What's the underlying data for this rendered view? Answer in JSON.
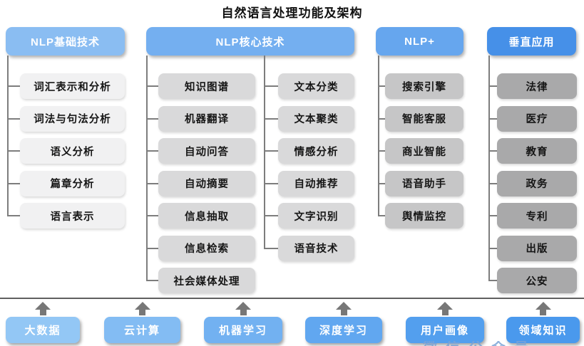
{
  "title": "自然语言处理功能及架构",
  "colors": {
    "header_blues": [
      "#8abdf2",
      "#74aff0",
      "#66a6ee",
      "#4690e8"
    ],
    "item_grays": [
      "#f1f1f2",
      "#d9d9da",
      "#c6c6c7",
      "#a9a9aa"
    ],
    "bottom_blues": [
      "#93c7f5",
      "#83bcf3",
      "#72b1f1",
      "#61a7f0",
      "#539fee",
      "#4a99ed"
    ],
    "connector_gray": "#7d7d7d",
    "separator_gray": "#5f5f5f"
  },
  "columns": [
    {
      "name": "nlp-basic",
      "header": "NLP基础技术",
      "header_color": "#8abdf2",
      "item_color": "#f1f1f2",
      "groups": [
        {
          "items": [
            "词汇表示和分析",
            "词法与句法分析",
            "语义分析",
            "篇章分析",
            "语言表示"
          ]
        }
      ]
    },
    {
      "name": "nlp-core",
      "header": "NLP核心技术",
      "header_color": "#74aff0",
      "item_color": "#d9d9da",
      "groups": [
        {
          "items": [
            "知识图谱",
            "机器翻译",
            "自动问答",
            "自动摘要",
            "信息抽取",
            "信息检索",
            "社会媒体处理"
          ]
        },
        {
          "items": [
            "文本分类",
            "文本聚类",
            "情感分析",
            "自动推荐",
            "文字识别",
            "语音技术"
          ]
        }
      ]
    },
    {
      "name": "nlp-plus",
      "header": "NLP+",
      "header_color": "#66a6ee",
      "item_color": "#c6c6c7",
      "groups": [
        {
          "items": [
            "搜索引擎",
            "智能客服",
            "商业智能",
            "语音助手",
            "舆情监控"
          ]
        }
      ]
    },
    {
      "name": "vertical-apps",
      "header": "垂直应用",
      "header_color": "#4690e8",
      "item_color": "#a9a9aa",
      "groups": [
        {
          "items": [
            "法律",
            "医疗",
            "教育",
            "政务",
            "专利",
            "出版",
            "公安"
          ]
        }
      ]
    }
  ],
  "bottom": {
    "items": [
      {
        "label": "大数据",
        "color": "#93c7f5"
      },
      {
        "label": "云计算",
        "color": "#83bcf3"
      },
      {
        "label": "机器学习",
        "color": "#72b1f1"
      },
      {
        "label": "深度学习",
        "color": "#61a7f0"
      },
      {
        "label": "用户画像",
        "color": "#539fee"
      },
      {
        "label": "领域知识",
        "color": "#4a99ed"
      }
    ]
  },
  "watermark": "微信公众号"
}
